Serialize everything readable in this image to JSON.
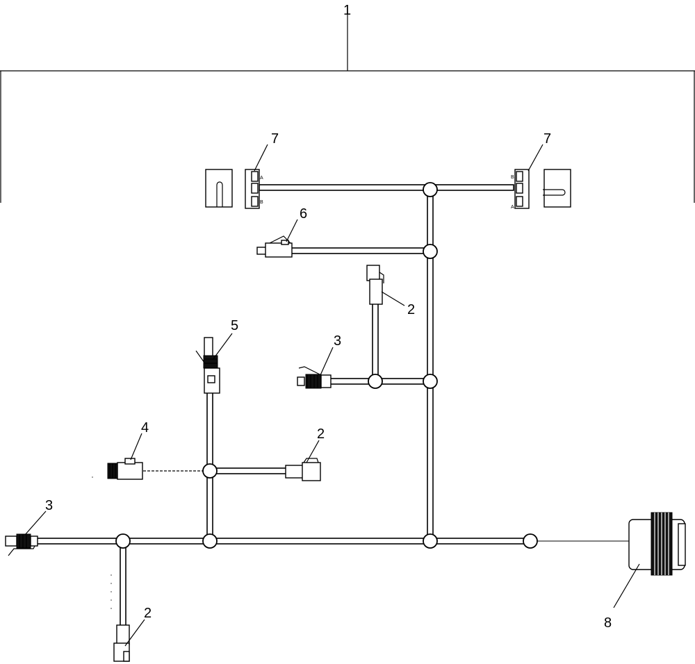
{
  "callouts": {
    "c1": "1",
    "c7_left": "7",
    "c7_right": "7",
    "c6": "6",
    "c2_top": "2",
    "c5": "5",
    "c3_mid": "3",
    "c4": "4",
    "c2_mid": "2",
    "c3_left": "3",
    "c2_bottom": "2",
    "c8": "8"
  },
  "pin_labels": {
    "left_a": "A",
    "left_b": "B",
    "right_b": "B",
    "right_a": "A"
  }
}
